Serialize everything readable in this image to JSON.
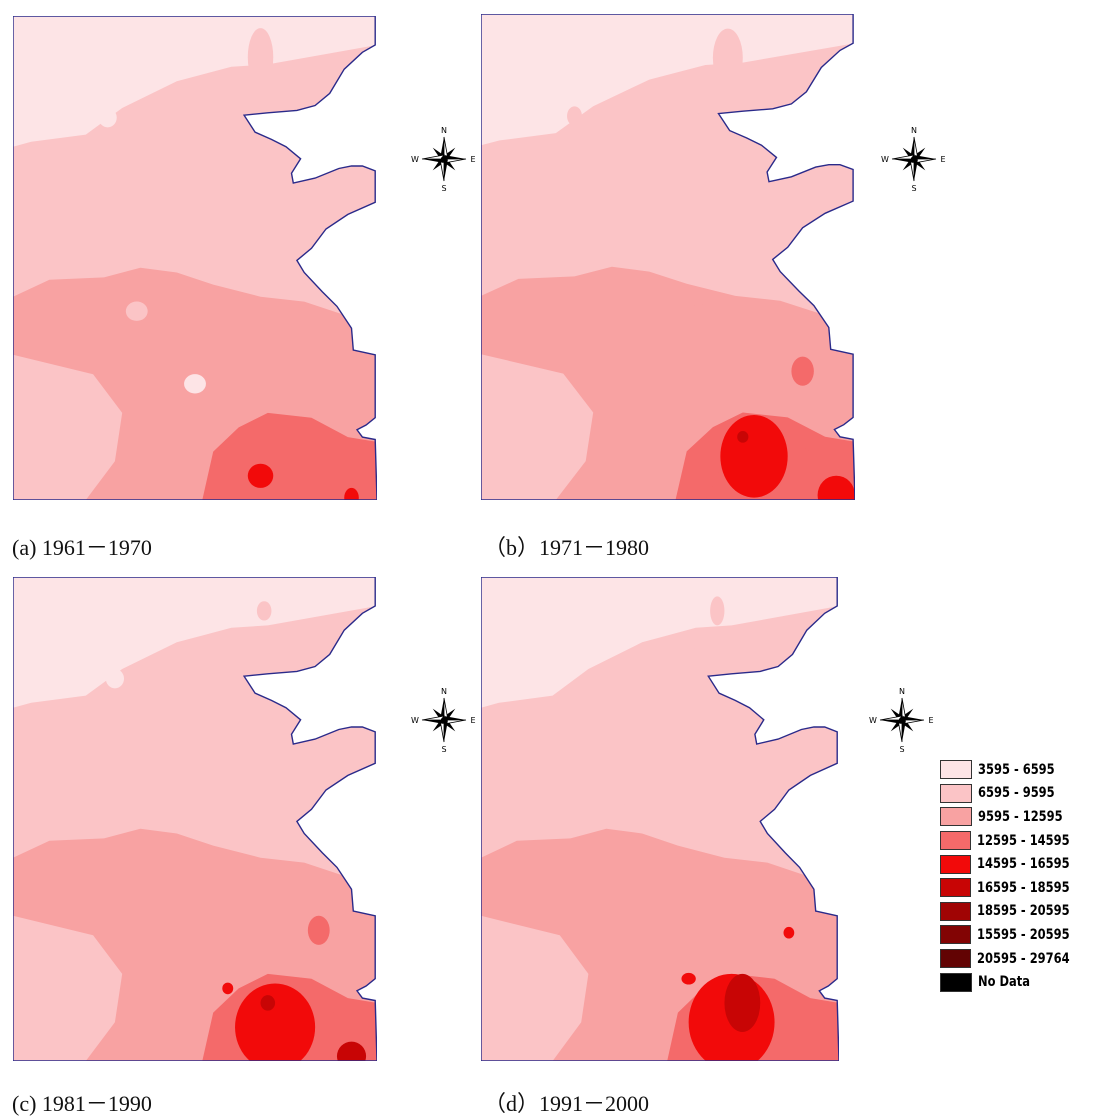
{
  "panels": [
    {
      "id": "a",
      "caption": "(a) 1961－1970"
    },
    {
      "id": "b",
      "caption": "（b）1971－1980"
    },
    {
      "id": "c",
      "caption": "(c) 1981－1990"
    },
    {
      "id": "d",
      "caption": "（d）1991－2000"
    }
  ],
  "compass": {
    "north": "N",
    "south": "S",
    "east": "E",
    "west": "W"
  },
  "legend": {
    "items": [
      {
        "label": "3595 - 6595",
        "color": "#fde4e6"
      },
      {
        "label": "6595 - 9595",
        "color": "#fbc4c6"
      },
      {
        "label": "9595 - 12595",
        "color": "#f8a2a2"
      },
      {
        "label": "12595 - 14595",
        "color": "#f46a6a"
      },
      {
        "label": "14595 - 16595",
        "color": "#f20a0a"
      },
      {
        "label": "16595 - 18595",
        "color": "#c80505"
      },
      {
        "label": "18595 - 20595",
        "color": "#a00404"
      },
      {
        "label": "15595 - 20595",
        "color": "#820404"
      },
      {
        "label": "20595 - 29764",
        "color": "#620303"
      },
      {
        "label": "No Data",
        "color": "#000000"
      }
    ]
  },
  "colors": {
    "boundary": "#2a2a8a"
  }
}
